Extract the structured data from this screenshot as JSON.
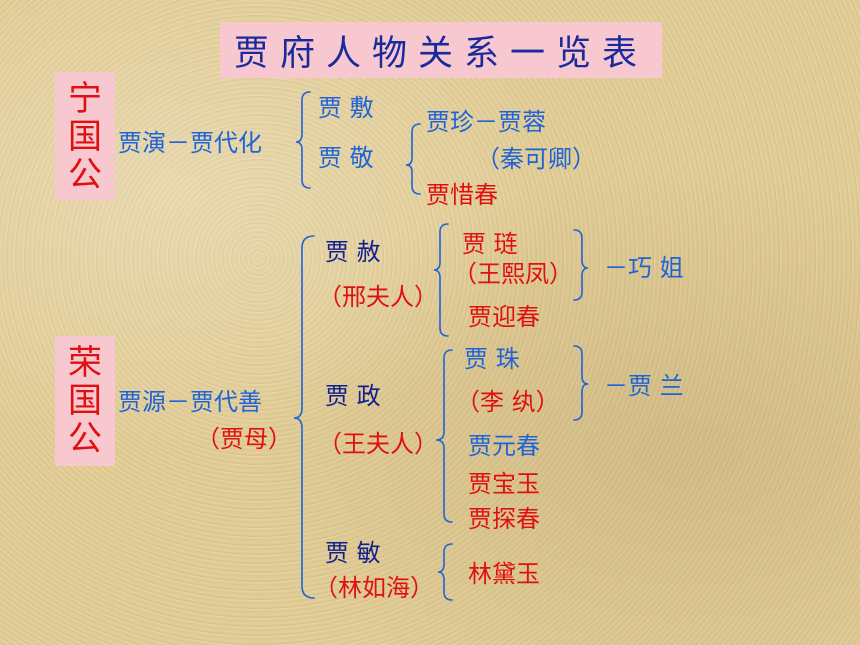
{
  "title": "贾府人物关系一览表",
  "ning": {
    "label_lines": [
      "宁",
      "国",
      "公"
    ],
    "ancestor": "贾演－贾代化",
    "son1": "贾 敷",
    "son2": "贾 敬",
    "grandson": "贾珍－贾蓉",
    "grandson_wife": "（秦可卿）",
    "granddaughter": "贾惜春"
  },
  "rong": {
    "label_lines": [
      "荣",
      "国",
      "公"
    ],
    "ancestor": "贾源－贾代善",
    "ancestor_wife": "（贾母）",
    "she": {
      "name": "贾 赦",
      "wife": "（邢夫人）",
      "child1": "贾 琏",
      "child1_wife": "（王熙凤）",
      "child2": "贾迎春",
      "descendant": "－巧 姐"
    },
    "zheng": {
      "name": "贾 政",
      "wife": "（王夫人）",
      "child1": "贾 珠",
      "child1_wife": "（李 纨）",
      "child2": "贾元春",
      "child3": "贾宝玉",
      "child4": "贾探春",
      "descendant": "－贾 兰"
    },
    "min": {
      "name": "贾 敏",
      "husband": "（林如海）",
      "child": "林黛玉"
    }
  }
}
